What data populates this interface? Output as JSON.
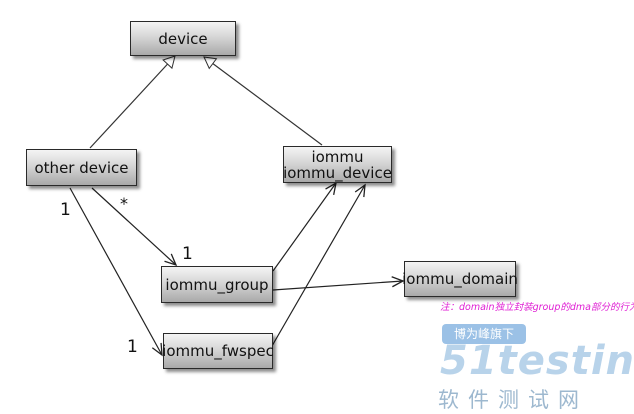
{
  "nodes": {
    "device": "device",
    "other_device": "other device",
    "iommu_title": "iommu",
    "iommu_device": "iommu_device",
    "iommu_group": "iommu_group",
    "iommu_domain": "iommu_domain",
    "iommu_fwspec": "iommu_fwspec"
  },
  "multiplicities": {
    "other_device_group_1": "1",
    "other_device_group_star": "*",
    "group_end_1": "1",
    "fwspec_1": "1"
  },
  "note": "注：domain独立封装group的dma部分的行为",
  "watermark": {
    "badge": "博为峰旗下",
    "logo": "51testing",
    "site": "软件测试网"
  }
}
